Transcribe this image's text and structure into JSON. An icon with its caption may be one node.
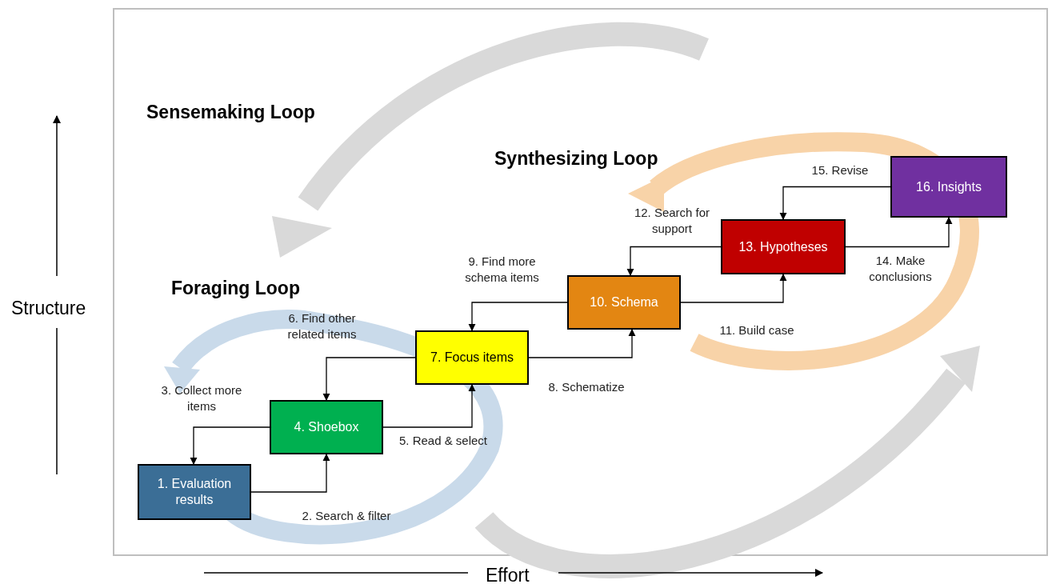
{
  "diagram": {
    "nodes": [
      {
        "text": [
          "1. Evaluation results"
        ]
      },
      {
        "text": [
          "4. Shoebox"
        ]
      },
      {
        "text": [
          "7. Focus items"
        ]
      },
      {
        "text": [
          "10. Schema"
        ]
      },
      {
        "text": [
          "13. Hypotheses"
        ]
      },
      {
        "text": [
          "16.  Insights"
        ]
      }
    ],
    "edges": [
      {
        "from": 0,
        "to": 1,
        "arrow": "to",
        "label": "2. Search & filter"
      },
      {
        "from": 1,
        "to": 0,
        "arrow": "to",
        "label": "3. Collect more items"
      },
      {
        "from": 1,
        "to": 2,
        "arrow": "to",
        "label": "5. Read & select"
      },
      {
        "from": 2,
        "to": 1,
        "arrow": "to",
        "label": "6. Find other related items"
      },
      {
        "from": 2,
        "to": 3,
        "arrow": "to",
        "label": "8. Schematize"
      },
      {
        "from": 3,
        "to": 2,
        "arrow": "to",
        "label": "9. Find more schema items"
      },
      {
        "from": 3,
        "to": 4,
        "arrow": "to",
        "label": "11. Build case"
      },
      {
        "from": 4,
        "to": 3,
        "arrow": "to",
        "label": "12. Search for support"
      },
      {
        "from": 4,
        "to": 5,
        "arrow": "to",
        "label": "14. Make conclusions"
      },
      {
        "from": 5,
        "to": 4,
        "arrow": "to",
        "label": "15. Revise"
      }
    ],
    "labels": [
      "Sensemaking Loop",
      "Synthesizing Loop",
      "Foraging Loop",
      "Structure",
      "Effort"
    ]
  }
}
